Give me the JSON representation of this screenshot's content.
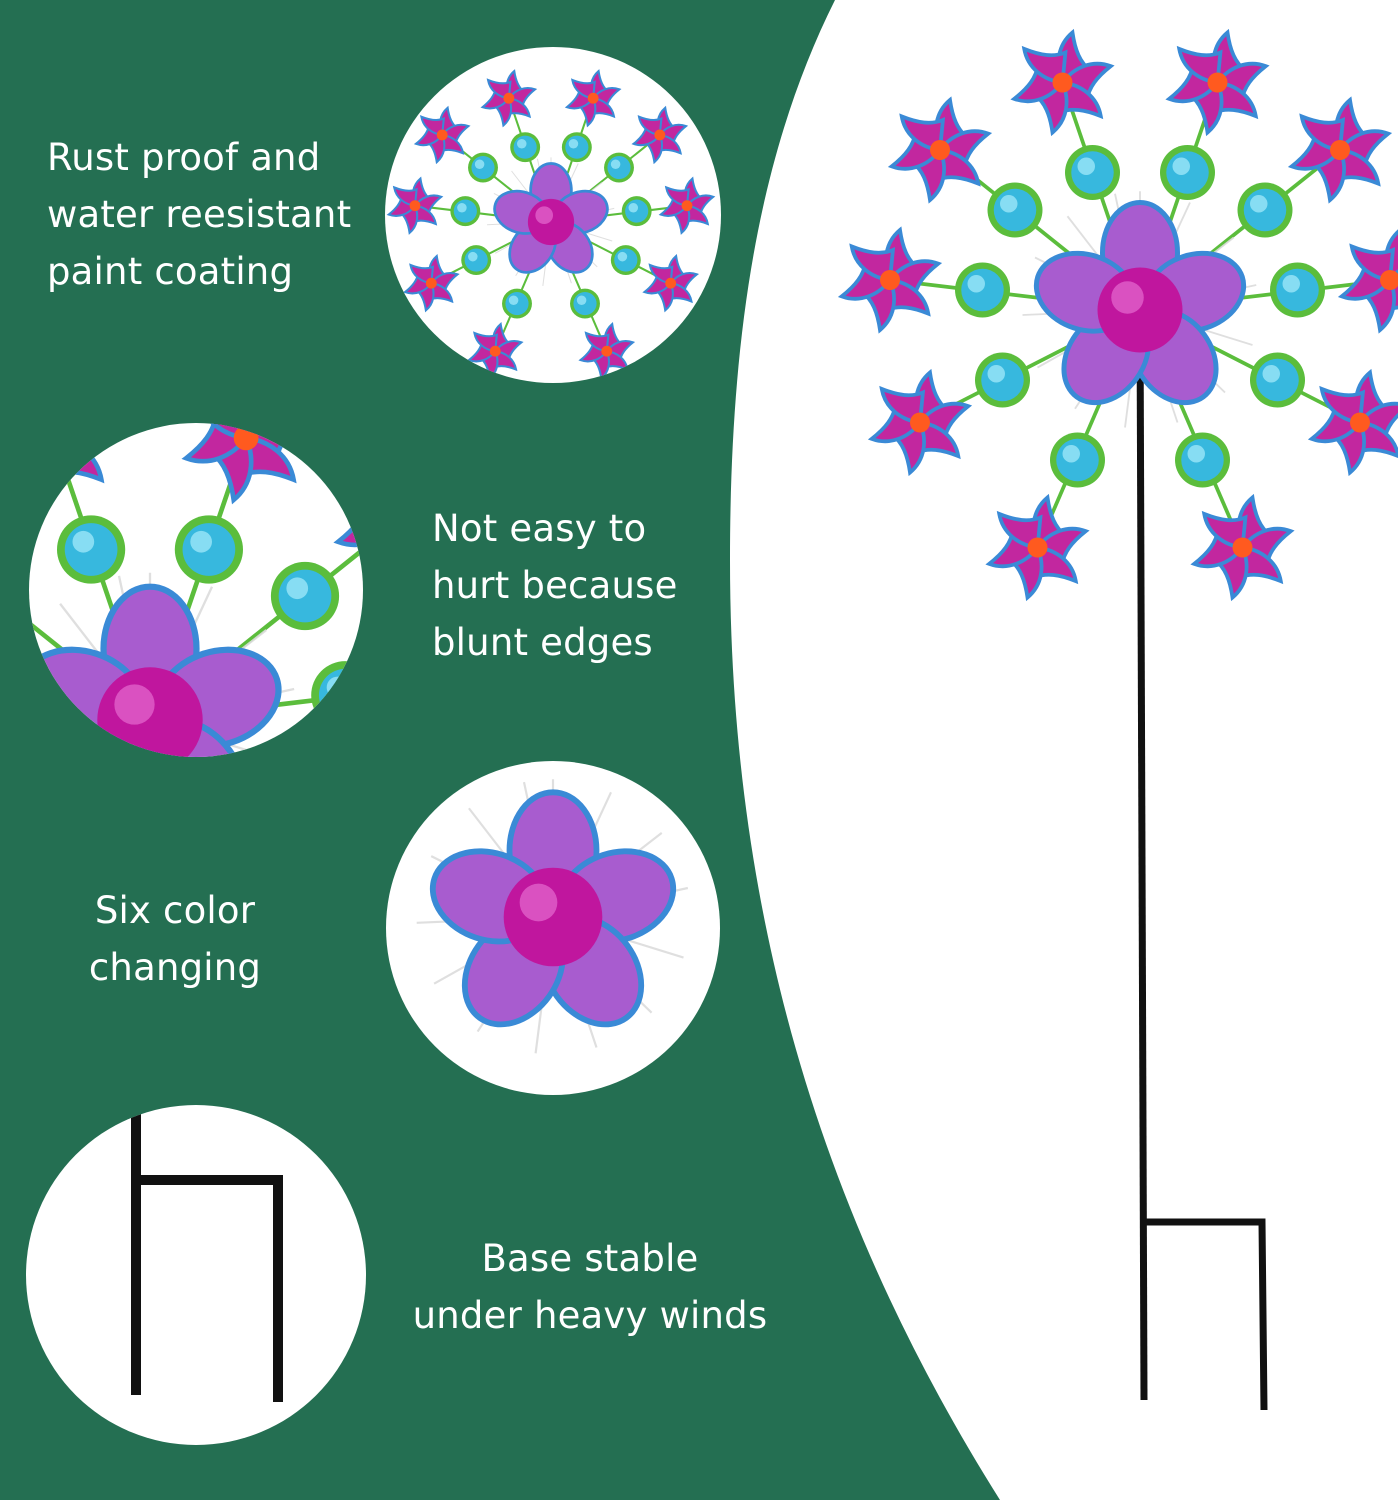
{
  "colors": {
    "background_green": "#246f52",
    "circle_white": "#ffffff",
    "petal_magenta": "#c2279f",
    "petal_blue": "#3a8ad6",
    "center_orange": "#ff5a1f",
    "gem_cyan": "#37b8de",
    "gem_rim_green": "#5bbd3c",
    "stake_black": "#111111"
  },
  "features": [
    {
      "id": "coating",
      "lines": [
        "Rust proof and",
        "water reesistant",
        "paint coating"
      ],
      "image_icon": "full-spinner-icon"
    },
    {
      "id": "edges",
      "lines": [
        "Not easy to",
        "hurt because",
        "blunt edges"
      ],
      "image_icon": "spinner-closeup-icon"
    },
    {
      "id": "color",
      "lines": [
        "Six color",
        "changing"
      ],
      "image_icon": "center-flower-icon"
    },
    {
      "id": "base",
      "lines": [
        "Base stable",
        "under heavy winds"
      ],
      "image_icon": "stake-base-icon"
    }
  ],
  "product_icon": "garden-wind-spinner-icon"
}
